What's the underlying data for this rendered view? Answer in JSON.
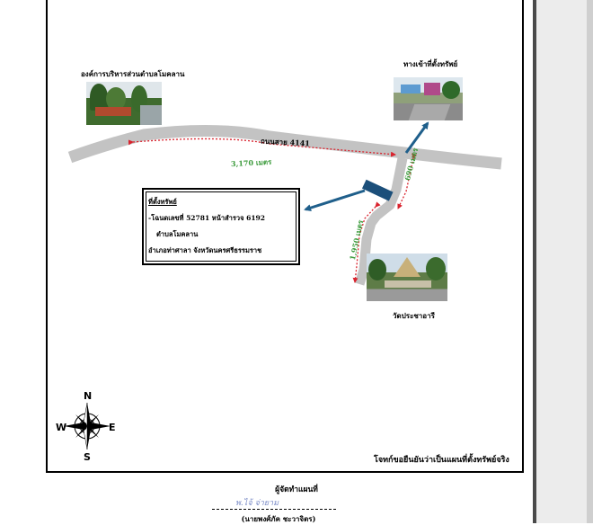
{
  "labels": {
    "sao": "องค์การบริหารส่วนตำบลโมคลาน",
    "entrance": "ทางเข้าที่ตั้งทรัพย์",
    "road": "ถนนสาย 4141",
    "dist_main": "3,170 เมตร",
    "dist_right": "690 เมตร",
    "dist_left": "1,950 เมตร",
    "temple": "วัดประชาอารี",
    "certify": "โจทก์ขอยืนยันว่าเป็นแผนที่ตั้งทรัพย์จริง"
  },
  "property": {
    "heading": "ที่ตั้งทรัพย์",
    "line1": "-โฉนดเลขที่  52781   หน้าสำรวจ  6192",
    "line2": "ตำบลโมคลาน",
    "line3": "อำเภอท่าศาลา  จังหวัดนครศรีธรรมราช"
  },
  "compass": {
    "n": "N",
    "s": "S",
    "e": "E",
    "w": "W"
  },
  "footer": {
    "title": "ผู้จัดทำแผนที่",
    "signature": "พ.ไจ้  จ่ายาม",
    "name": "(นายพงศ์ภัค ชะวาจิตร)"
  },
  "colors": {
    "road": "#c3c3c3",
    "route_dash": "#d9232e",
    "distance_text": "#3c9b3c",
    "arrow": "#1f5f8b",
    "property_marker": "#1b4f7a"
  }
}
